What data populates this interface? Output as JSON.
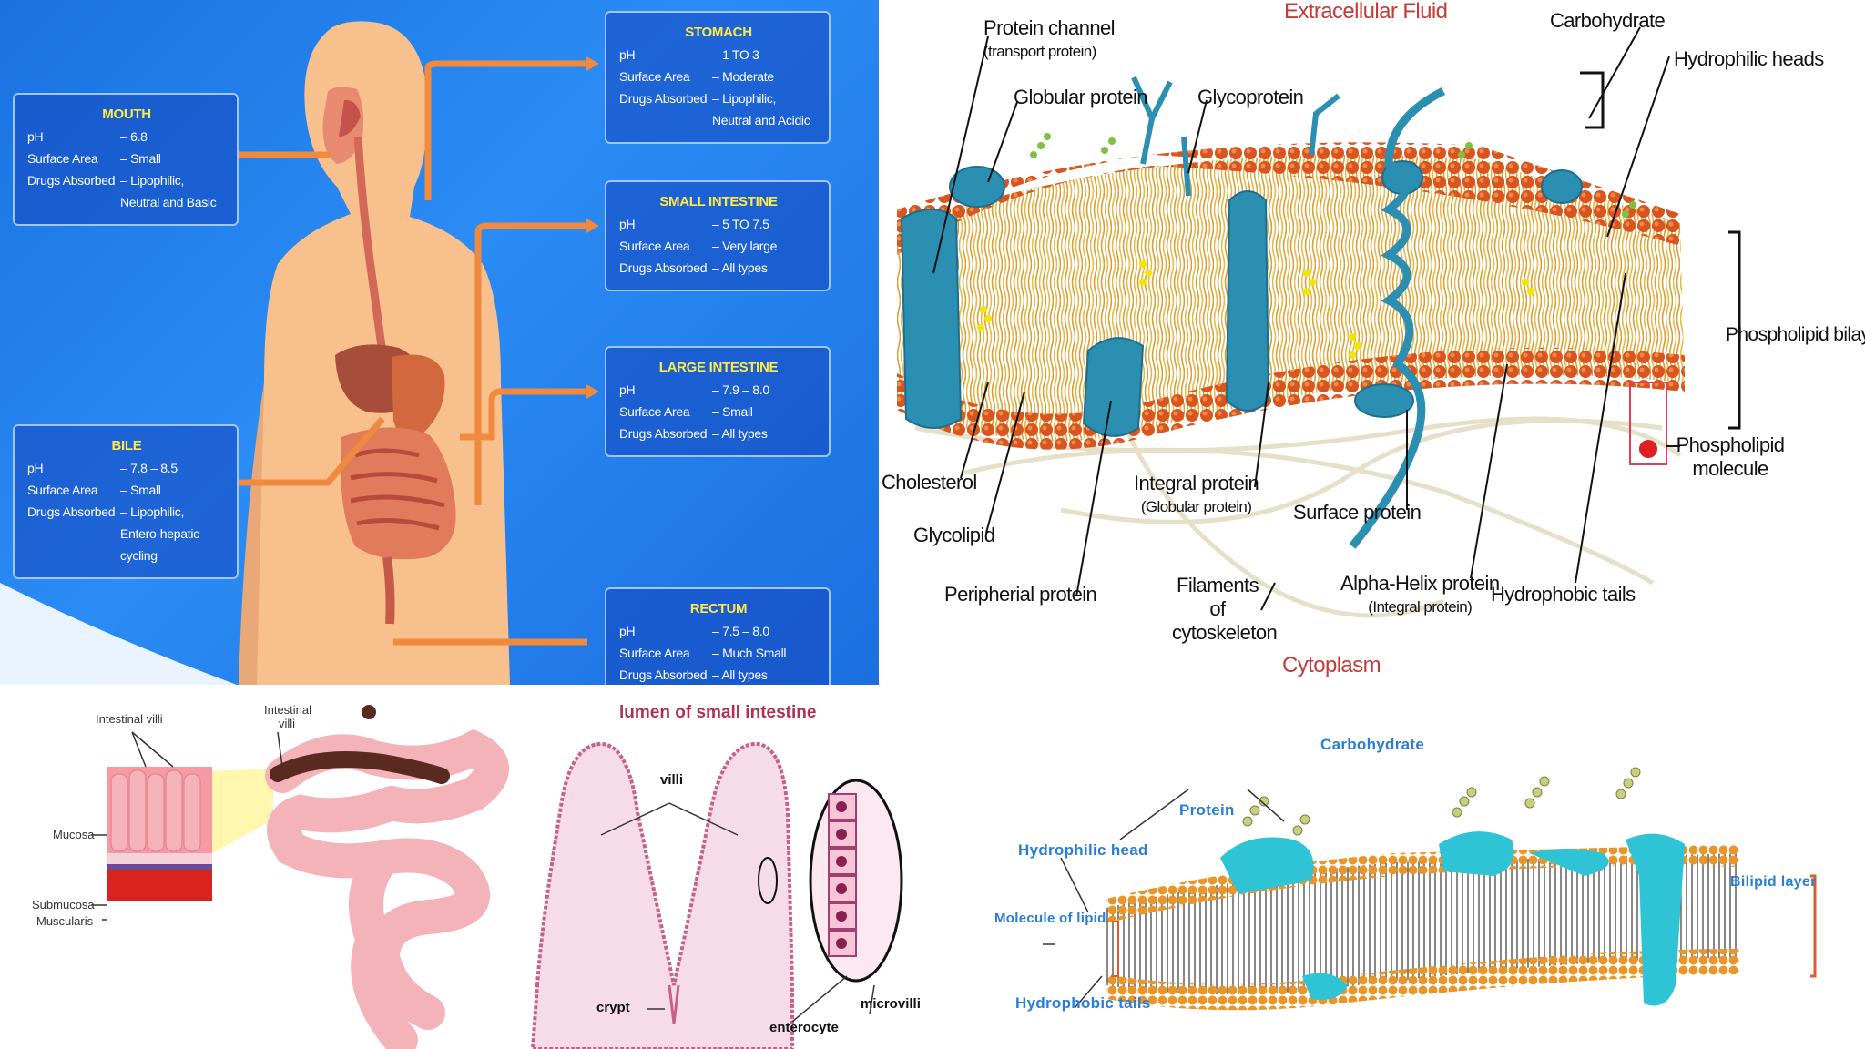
{
  "gi_panel": {
    "boxes": [
      {
        "id": "mouth",
        "title": "MOUTH",
        "ph": "6.8",
        "surface_area": "Small",
        "drugs_absorbed": "Lipophilic, Neutral and Basic"
      },
      {
        "id": "stomach",
        "title": "STOMACH",
        "ph": "1 TO 3",
        "surface_area": "Moderate",
        "drugs_absorbed": "Lipophilic, Neutral and Acidic"
      },
      {
        "id": "small-intestine",
        "title": "SMALL INTESTINE",
        "ph": "5 TO 7.5",
        "surface_area": "Very large",
        "drugs_absorbed": "All types"
      },
      {
        "id": "large-intestine",
        "title": "LARGE INTESTINE",
        "ph": "7.9 – 8.0",
        "surface_area": "Small",
        "drugs_absorbed": "All types"
      },
      {
        "id": "bile",
        "title": "BILE",
        "ph": "7.8 – 8.5",
        "surface_area": "Small",
        "drugs_absorbed": "Lipophilic, Entero-hepatic cycling"
      },
      {
        "id": "rectum",
        "title": "RECTUM",
        "ph": "7.5 – 8.0",
        "surface_area": "Much Small",
        "drugs_absorbed": "All types"
      }
    ],
    "key_ph": "pH",
    "key_surface": "Surface Area",
    "key_drugs": "Drugs Absorbed",
    "colors": {
      "background": "#1f7ae8",
      "title": "#ffe94a",
      "arrow": "#f08a3e",
      "body": "#f8c08c"
    }
  },
  "membrane_panel": {
    "top_label": "Extracellular Fluid",
    "bottom_label": "Cytoplasm",
    "labels": {
      "protein_channel": "Protein channel",
      "protein_channel_sub": "(transport protein)",
      "globular_protein": "Globular protein",
      "glycoprotein": "Glycoprotein",
      "carbohydrate": "Carbohydrate",
      "hydrophilic_heads": "Hydrophilic heads",
      "phospholipid_bilayer": "Phospholipid bilayer",
      "phospholipid_molecule": "Phospholipid molecule",
      "cholesterol": "Cholesterol",
      "glycolipid": "Glycolipid",
      "peripheral_protein": "Peripherial protein",
      "integral_protein": "Integral protein",
      "integral_protein_sub": "(Globular protein)",
      "surface_protein": "Surface protein",
      "filaments": "Filaments of cytoskeleton",
      "alpha_helix": "Alpha-Helix protein",
      "alpha_helix_sub": "(Integral protein)",
      "hydrophobic_tails": "Hydrophobic tails"
    },
    "colors": {
      "heads": "#d9541e",
      "tails": "#e8b84a",
      "protein": "#2a8fb0",
      "cholesterol": "#f2e600",
      "label_red": "#c63a37"
    }
  },
  "villi_panel": {
    "title": "lumen of small intestine",
    "labels": {
      "intestinal_villi_left": "Intestinal villi",
      "intestinal_villi_top": "Intestinal villi",
      "mucosa": "Mucosa",
      "submucosa": "Submucosa",
      "muscularis": "Muscularis",
      "villi": "villi",
      "crypt": "crypt",
      "enterocyte": "enterocyte",
      "microvilli": "microvilli"
    },
    "colors": {
      "intestine": "#f4b3b8",
      "mucosa": "#f59aa3",
      "muscularis": "#d9231f",
      "villi_fill": "#f6dce9"
    }
  },
  "membrane2_panel": {
    "labels": {
      "carbohydrate": "Carbohydrate",
      "protein": "Protein",
      "hydrophilic_head": "Hydrophilic head",
      "molecule_of_lipid": "Molecule of lipid",
      "hydrophobic_tails": "Hydrophobic tails",
      "bilipid_layer": "Bilipid layer"
    },
    "colors": {
      "text": "#2a7ed6",
      "protein": "#2ec4d6",
      "heads": "#e8962a",
      "bracket": "#e05a2a"
    }
  }
}
